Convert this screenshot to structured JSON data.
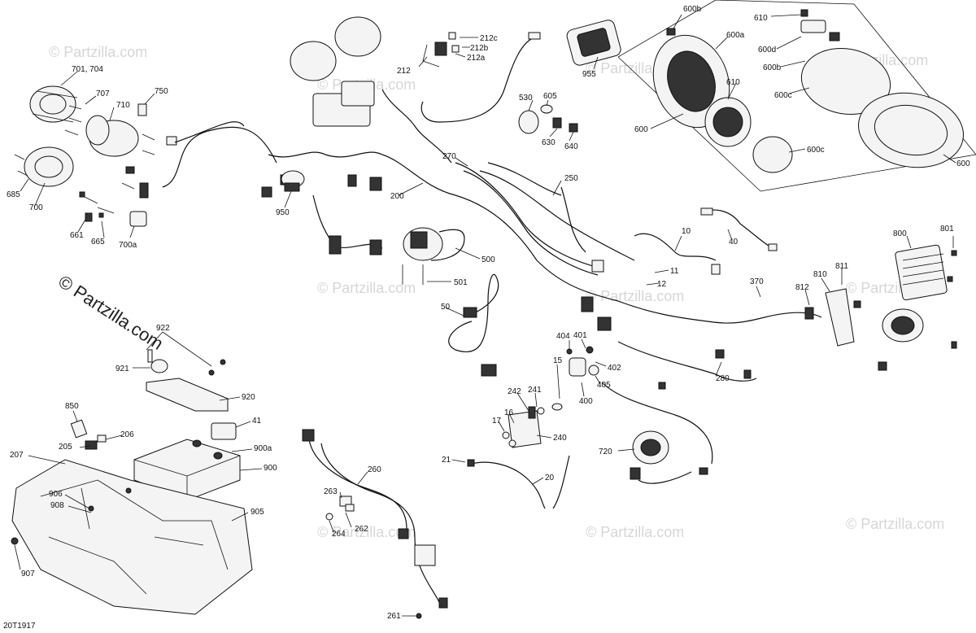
{
  "watermark": {
    "text": "© Partzilla.com",
    "emphasized_text": "© Partzilla.com"
  },
  "diagram_code": "20T1917",
  "callouts": [
    {
      "id": "c701",
      "label": "701, 704"
    },
    {
      "id": "c707",
      "label": "707"
    },
    {
      "id": "c750",
      "label": "750"
    },
    {
      "id": "c710",
      "label": "710"
    },
    {
      "id": "c685",
      "label": "685"
    },
    {
      "id": "c700",
      "label": "700"
    },
    {
      "id": "c661",
      "label": "661"
    },
    {
      "id": "c665",
      "label": "665"
    },
    {
      "id": "c700a",
      "label": "700a"
    },
    {
      "id": "c950",
      "label": "950"
    },
    {
      "id": "c200",
      "label": "200"
    },
    {
      "id": "c212",
      "label": "212"
    },
    {
      "id": "c212c",
      "label": "212c"
    },
    {
      "id": "c212b",
      "label": "212b"
    },
    {
      "id": "c212a",
      "label": "212a"
    },
    {
      "id": "c955",
      "label": "955"
    },
    {
      "id": "c530",
      "label": "530"
    },
    {
      "id": "c605",
      "label": "605"
    },
    {
      "id": "c630",
      "label": "630"
    },
    {
      "id": "c640",
      "label": "640"
    },
    {
      "id": "c270",
      "label": "270"
    },
    {
      "id": "c250",
      "label": "250"
    },
    {
      "id": "c600b_top",
      "label": "600b"
    },
    {
      "id": "c600a",
      "label": "600a"
    },
    {
      "id": "c610_a",
      "label": "610"
    },
    {
      "id": "c600_left",
      "label": "600"
    },
    {
      "id": "c610_top",
      "label": "610"
    },
    {
      "id": "c600d",
      "label": "600d"
    },
    {
      "id": "c600b_r",
      "label": "600b"
    },
    {
      "id": "c600c_r",
      "label": "600c"
    },
    {
      "id": "c600c_b",
      "label": "600c"
    },
    {
      "id": "c600_r",
      "label": "600"
    },
    {
      "id": "c10",
      "label": "10"
    },
    {
      "id": "c40",
      "label": "40"
    },
    {
      "id": "c11",
      "label": "11"
    },
    {
      "id": "c12",
      "label": "12"
    },
    {
      "id": "c500",
      "label": "500"
    },
    {
      "id": "c501",
      "label": "501"
    },
    {
      "id": "c50",
      "label": "50"
    },
    {
      "id": "c800",
      "label": "800"
    },
    {
      "id": "c801",
      "label": "801"
    },
    {
      "id": "c370",
      "label": "370"
    },
    {
      "id": "c810",
      "label": "810"
    },
    {
      "id": "c811",
      "label": "811"
    },
    {
      "id": "c812",
      "label": "812"
    },
    {
      "id": "c404",
      "label": "404"
    },
    {
      "id": "c401",
      "label": "401"
    },
    {
      "id": "c402",
      "label": "402"
    },
    {
      "id": "c405",
      "label": "405"
    },
    {
      "id": "c400",
      "label": "400"
    },
    {
      "id": "c280",
      "label": "280"
    },
    {
      "id": "c15",
      "label": "15"
    },
    {
      "id": "c242",
      "label": "242"
    },
    {
      "id": "c241",
      "label": "241"
    },
    {
      "id": "c16",
      "label": "16"
    },
    {
      "id": "c17",
      "label": "17"
    },
    {
      "id": "c240",
      "label": "240"
    },
    {
      "id": "c720",
      "label": "720"
    },
    {
      "id": "c21",
      "label": "21"
    },
    {
      "id": "c20",
      "label": "20"
    },
    {
      "id": "c922",
      "label": "922"
    },
    {
      "id": "c921",
      "label": "921"
    },
    {
      "id": "c920",
      "label": "920"
    },
    {
      "id": "c41",
      "label": "41"
    },
    {
      "id": "c850",
      "label": "850"
    },
    {
      "id": "c206",
      "label": "206"
    },
    {
      "id": "c205",
      "label": "205"
    },
    {
      "id": "c900a",
      "label": "900a"
    },
    {
      "id": "c900",
      "label": "900"
    },
    {
      "id": "c207",
      "label": "207"
    },
    {
      "id": "c906",
      "label": "906"
    },
    {
      "id": "c908",
      "label": "908"
    },
    {
      "id": "c905",
      "label": "905"
    },
    {
      "id": "c907",
      "label": "907"
    },
    {
      "id": "c260",
      "label": "260"
    },
    {
      "id": "c263",
      "label": "263"
    },
    {
      "id": "c262",
      "label": "262"
    },
    {
      "id": "c264",
      "label": "264"
    },
    {
      "id": "c261",
      "label": "261"
    }
  ]
}
